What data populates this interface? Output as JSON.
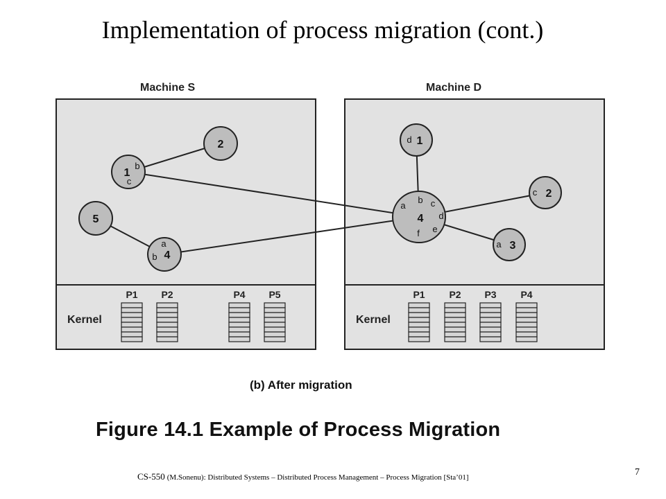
{
  "title": "Implementation of process migration (cont.)",
  "machine_s": {
    "label": "Machine S",
    "kernel_label": "Kernel",
    "process_tables": [
      "P1",
      "P2",
      "P4",
      "P5"
    ],
    "nodes": {
      "n1": {
        "num": "1",
        "ports": [
          "b",
          "c"
        ]
      },
      "n2": {
        "num": "2"
      },
      "n4": {
        "num": "4",
        "ports": [
          "a",
          "b"
        ]
      },
      "n5": {
        "num": "5"
      }
    }
  },
  "machine_d": {
    "label": "Machine D",
    "kernel_label": "Kernel",
    "process_tables": [
      "P1",
      "P2",
      "P3",
      "P4"
    ],
    "nodes": {
      "n1": {
        "num": "1",
        "ports": [
          "d"
        ]
      },
      "n2": {
        "num": "2",
        "ports": [
          "c"
        ]
      },
      "n3": {
        "num": "3",
        "ports": [
          "a"
        ]
      },
      "n4": {
        "num": "4",
        "ports": [
          "a",
          "b",
          "c",
          "d",
          "e",
          "f"
        ]
      }
    }
  },
  "subcaption": "(b) After migration",
  "figure_caption": "Figure 14.1  Example of Process Migration",
  "footer": {
    "prefix": "CS-550",
    "text": "(M.Sonenu): Distributed Systems – Distributed Process Management – Process Migration [Sta’01]"
  },
  "page_number": "7"
}
